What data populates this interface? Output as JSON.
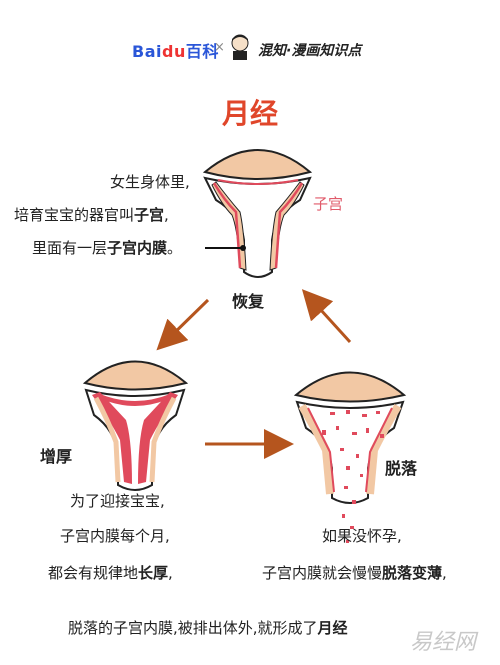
{
  "header": {
    "brand_left": "Bai",
    "brand_mid": "du",
    "brand_right": "百科",
    "separator": "×",
    "partner": "混知·漫画知识点"
  },
  "title": "月经",
  "top_text": {
    "line1": "女生身体里,",
    "line2_pre": "培育宝宝的器官叫",
    "line2_bold": "子宫",
    "line2_post": ",",
    "line3_pre": "里面有一层",
    "line3_bold": "子宫内膜",
    "line3_post": "。"
  },
  "labels": {
    "uterus": "子宫",
    "recover": "恢复",
    "thicken": "增厚",
    "shed": "脱落"
  },
  "left_text": {
    "line1": "为了迎接宝宝,",
    "line2": "子宫内膜每个月,",
    "line3_pre": "都会有规律地",
    "line3_bold": "长厚",
    "line3_post": ","
  },
  "right_text": {
    "line1": "如果没怀孕,",
    "line2_pre": "子宫内膜就会慢慢",
    "line2_bold": "脱落变薄",
    "line2_post": ","
  },
  "bottom_text": {
    "pre": "脱落的子宫内膜,被排出体外,就形成了",
    "bold": "月经"
  },
  "watermark": "易经网",
  "colors": {
    "title": "#e0462a",
    "uterus_fill": "#f2c8a4",
    "lining": "#e04a5c",
    "arrow": "#b5551e"
  }
}
